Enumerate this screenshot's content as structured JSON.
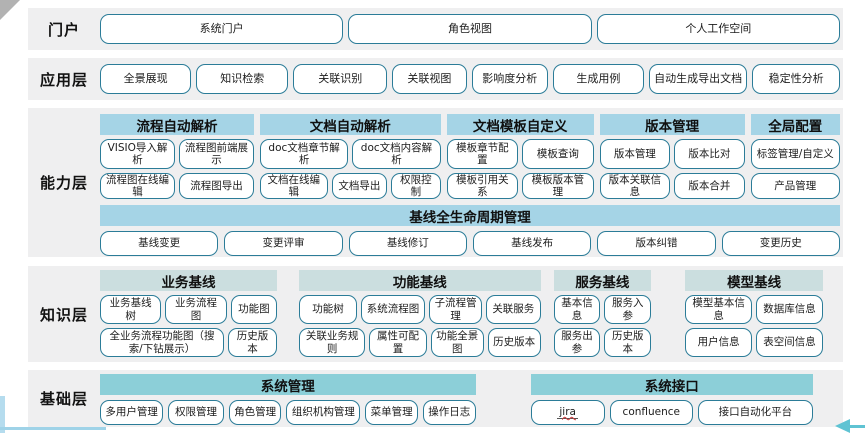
{
  "colors": {
    "band_bg": "#efeff0",
    "header_blue": "#a5d4e6",
    "header_pale": "#cbdedf",
    "header_teal": "#8ccfd8",
    "box_border": "#2b7c98",
    "arrow_teal": "#5fc3d3"
  },
  "layers": {
    "portal": {
      "label": "门户",
      "items": [
        "系统门户",
        "角色视图",
        "个人工作空间"
      ]
    },
    "application": {
      "label": "应用层",
      "items": [
        "全景展现",
        "知识检索",
        "关联识别",
        "关联视图",
        "影响度分析",
        "生成用例",
        "自动生成导出文档",
        "稳定性分析"
      ]
    },
    "capability": {
      "label": "能力层",
      "groups": [
        {
          "title": "流程自动解析",
          "rows": [
            [
              "VISIO导入解析",
              "流程图前端展示"
            ],
            [
              "流程图在线编辑",
              "流程图导出"
            ]
          ]
        },
        {
          "title": "文档自动解析",
          "rows": [
            [
              "doc文档章节解析",
              "doc文档内容解析"
            ],
            [
              "文档在线编辑",
              "文档导出",
              "权限控制"
            ]
          ]
        },
        {
          "title": "文档模板自定义",
          "rows": [
            [
              "模板章节配置",
              "模板查询"
            ],
            [
              "模板引用关系",
              "模板版本管理"
            ]
          ]
        },
        {
          "title": "版本管理",
          "rows": [
            [
              "版本管理",
              "版本比对"
            ],
            [
              "版本关联信息",
              "版本合并"
            ]
          ]
        },
        {
          "title": "全局配置",
          "rows": [
            [
              "标签管理/自定义"
            ],
            [
              "产品管理"
            ]
          ]
        }
      ],
      "baseline": {
        "title": "基线全生命周期管理",
        "items": [
          "基线变更",
          "变更评审",
          "基线修订",
          "基线发布",
          "版本纠错",
          "变更历史"
        ]
      }
    },
    "knowledge": {
      "label": "知识层",
      "groups": [
        {
          "title": "业务基线",
          "rows": [
            [
              "业务基线树",
              "业务流程图",
              "功能图"
            ],
            [
              "全业务流程功能图（搜索/下钻展示）",
              "历史版本"
            ]
          ]
        },
        {
          "title": "功能基线",
          "rows": [
            [
              "功能树",
              "系统流程图",
              "子流程管理",
              "关联服务"
            ],
            [
              "关联业务规则",
              "属性可配置",
              "功能全景图",
              "历史版本"
            ]
          ]
        },
        {
          "title": "服务基线",
          "rows": [
            [
              "基本信息",
              "服务入参"
            ],
            [
              "服务出参",
              "历史版本"
            ]
          ]
        },
        {
          "title": "模型基线",
          "rows": [
            [
              "模型基本信息",
              "数据库信息"
            ],
            [
              "用户信息",
              "表空间信息"
            ]
          ]
        }
      ]
    },
    "foundation": {
      "label": "基础层",
      "groups": [
        {
          "title": "系统管理",
          "items": [
            "多用户管理",
            "权限管理",
            "角色管理",
            "组织机构管理",
            "菜单管理",
            "操作日志"
          ]
        },
        {
          "title": "系统接口",
          "items": [
            "jira",
            "confluence",
            "接口自动化平台"
          ]
        }
      ]
    }
  }
}
